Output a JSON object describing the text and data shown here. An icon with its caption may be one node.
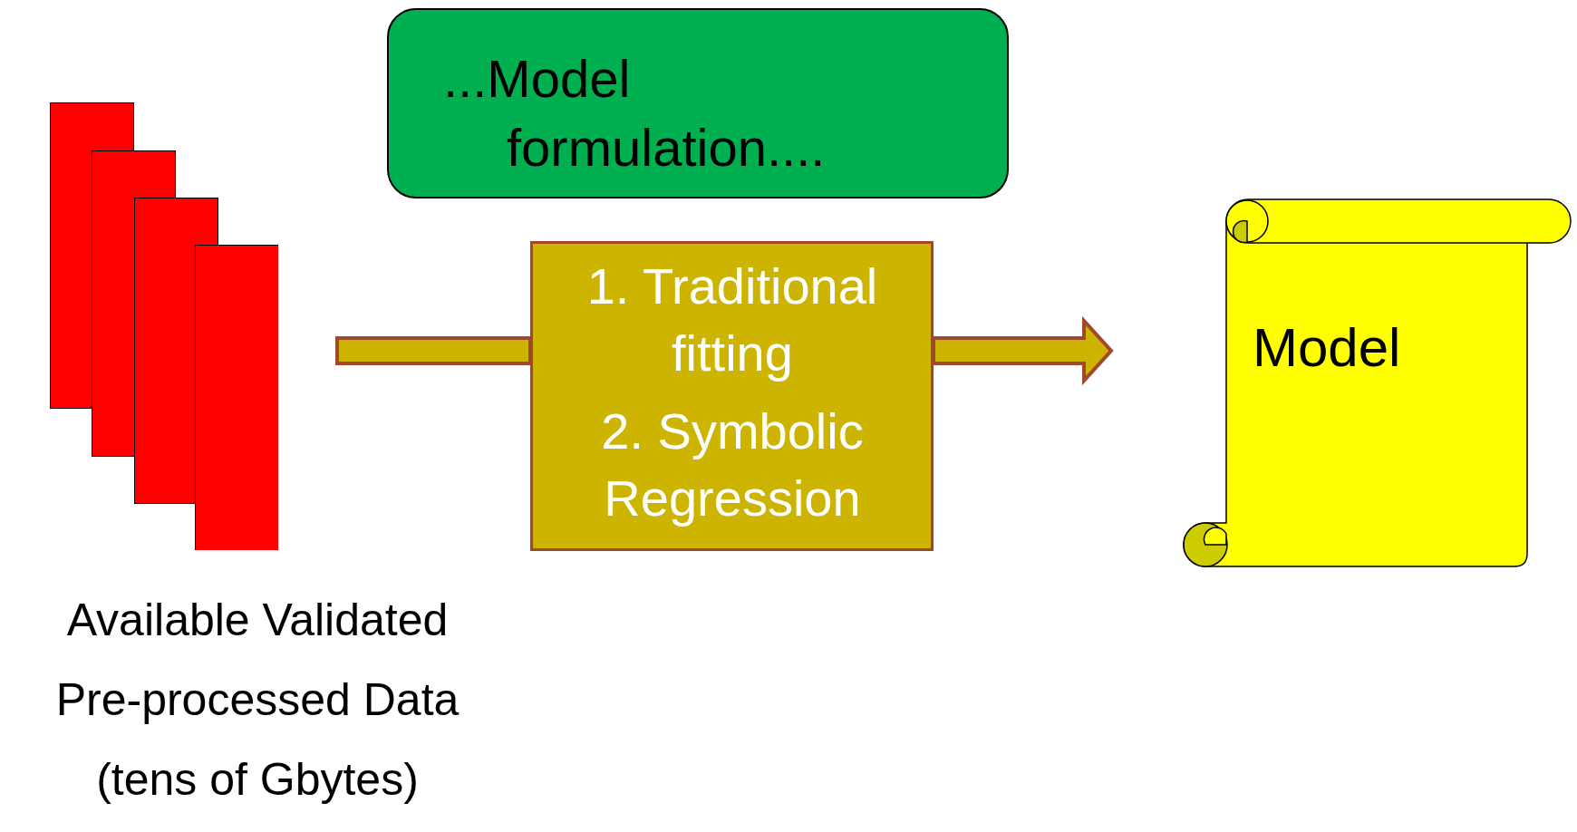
{
  "diagram": {
    "nodes": [
      {
        "text": [],
        "shape": "box",
        "beside": [
          "Available Validated Pre-processed Data (tens of Gbytes)"
        ]
      },
      {
        "text": [
          "...Model formulation...."
        ]
      },
      {
        "text": [
          "1. Traditional fitting",
          "2. Symbolic Regression"
        ]
      },
      {
        "text": [
          "Model"
        ]
      }
    ],
    "edges": [
      {
        "from": 0,
        "to": 2,
        "arrow": "none",
        "style": "thick"
      },
      {
        "from": 2,
        "to": 3,
        "arrow": "to",
        "style": "thick"
      }
    ]
  }
}
